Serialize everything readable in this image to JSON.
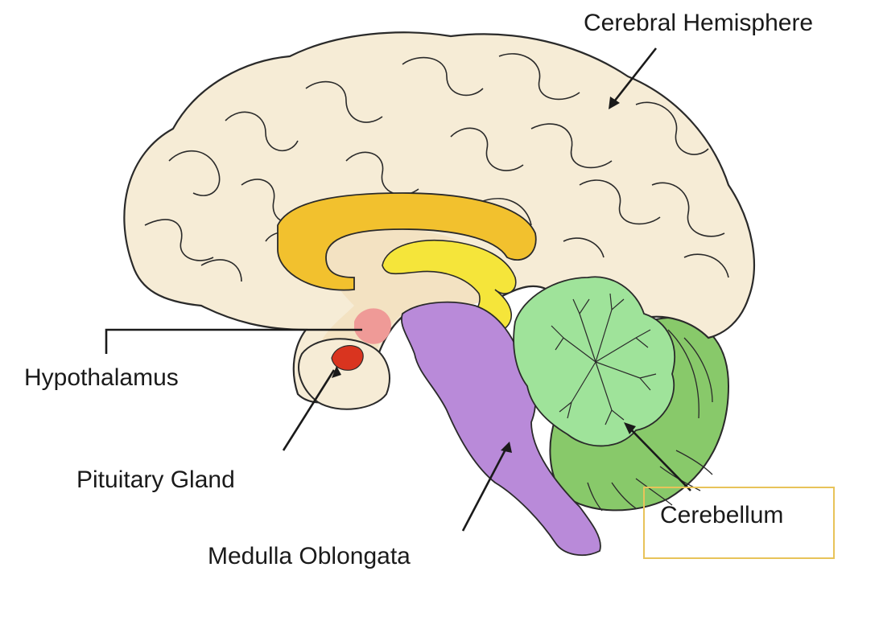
{
  "labels": {
    "cerebral_hemisphere": "Cerebral Hemisphere",
    "hypothalamus": "Hypothalamus",
    "pituitary_gland": "Pituitary Gland",
    "medulla_oblongata": "Medulla Oblongata",
    "cerebellum": "Cerebellum"
  },
  "colors": {
    "cerebrum": "#f6ecd6",
    "cerebrum_inner": "#f3e2c2",
    "corpus_callosum": "#f2c12e",
    "fornix": "#f5e53a",
    "hypothalamus": "#ef9a97",
    "pituitary": "#d9341f",
    "brainstem": "#b98ad9",
    "cerebellum_light": "#9fe39a",
    "cerebellum_dark": "#88c96a",
    "highlight_box": "#e8c35a",
    "outline": "#2a2a2a"
  }
}
